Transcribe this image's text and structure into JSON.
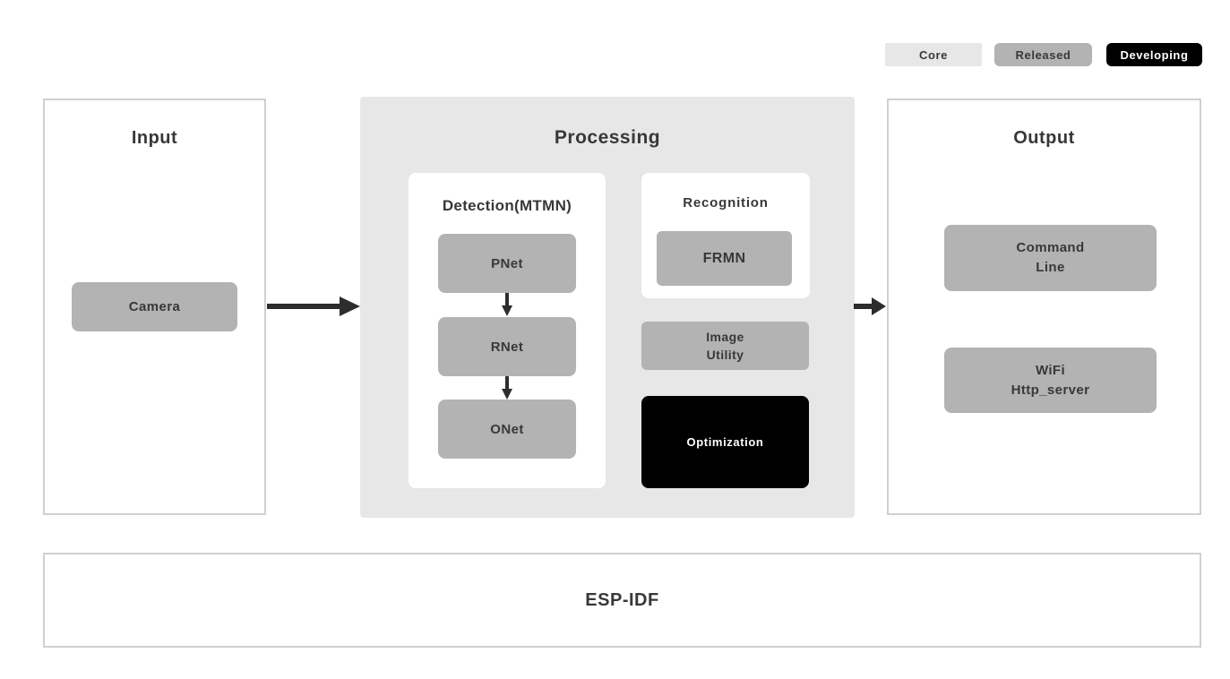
{
  "legend": {
    "items": [
      {
        "id": "core",
        "label": "Core",
        "bg": "#e7e7e7",
        "fg": "#383838"
      },
      {
        "id": "released",
        "label": "Released",
        "bg": "#b3b3b3",
        "fg": "#383838"
      },
      {
        "id": "developing",
        "label": "Developing",
        "bg": "#000000",
        "fg": "#ffffff"
      }
    ]
  },
  "input": {
    "title": "Input",
    "camera_label": "Camera"
  },
  "processing": {
    "title": "Processing",
    "detection": {
      "title": "Detection(MTMN)",
      "nodes": [
        "PNet",
        "RNet",
        "ONet"
      ]
    },
    "recognition": {
      "title": "Recognition",
      "node": "FRMN"
    },
    "image_utility": {
      "lines": [
        "Image",
        "Utility"
      ]
    },
    "optimization": {
      "label": "Optimization"
    }
  },
  "output": {
    "title": "Output",
    "nodes": [
      {
        "lines": [
          "Command",
          "Line"
        ]
      },
      {
        "lines": [
          "WiFi",
          "Http_server"
        ]
      }
    ]
  },
  "foundation": {
    "title": "ESP-IDF"
  },
  "colors": {
    "core_bg": "#e7e7e7",
    "released_bg": "#b3b3b3",
    "developing_bg": "#000000",
    "panel_border": "#d0d0d0",
    "text": "#383838",
    "arrow": "#2d2d2d"
  }
}
